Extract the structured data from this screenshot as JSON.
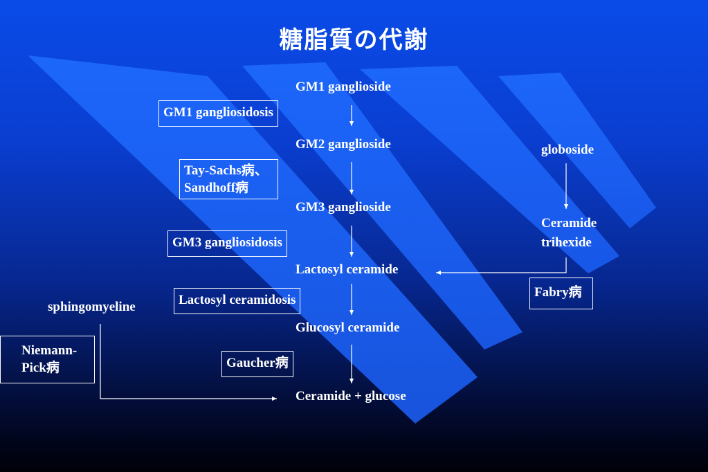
{
  "title": "糖脂質の代謝",
  "pathway": {
    "gm1": "GM1 ganglioside",
    "gm2": "GM2 ganglioside",
    "gm3": "GM3 ganglioside",
    "lactosyl": "Lactosyl ceramide",
    "glucosyl": "Glucosyl ceramide",
    "ceramide_glucose": "Ceramide + glucose"
  },
  "side": {
    "globoside": "globoside",
    "ceramide_trihexide_line1": "Ceramide",
    "ceramide_trihexide_line2": "trihexide",
    "sphingomyeline": "sphingomyeline"
  },
  "diseases": {
    "gm1_gangliosidosis": "GM1 gangliosidosis",
    "tay_sachs_line1": "Tay-Sachs病、",
    "tay_sachs_line2": "Sandhoff病",
    "gm3_gangliosidosis": "GM3 gangliosidosis",
    "lactosyl_ceramidosis": "Lactosyl ceramidosis",
    "fabry": "Fabry病",
    "niemann_pick_line1": "Niemann-",
    "niemann_pick_line2": "Pick病",
    "gaucher": "Gaucher病"
  },
  "colors": {
    "background_top": "#0a4be8",
    "background_bottom": "#000007",
    "stripe": "#1a66ff",
    "text": "#ffffff"
  }
}
